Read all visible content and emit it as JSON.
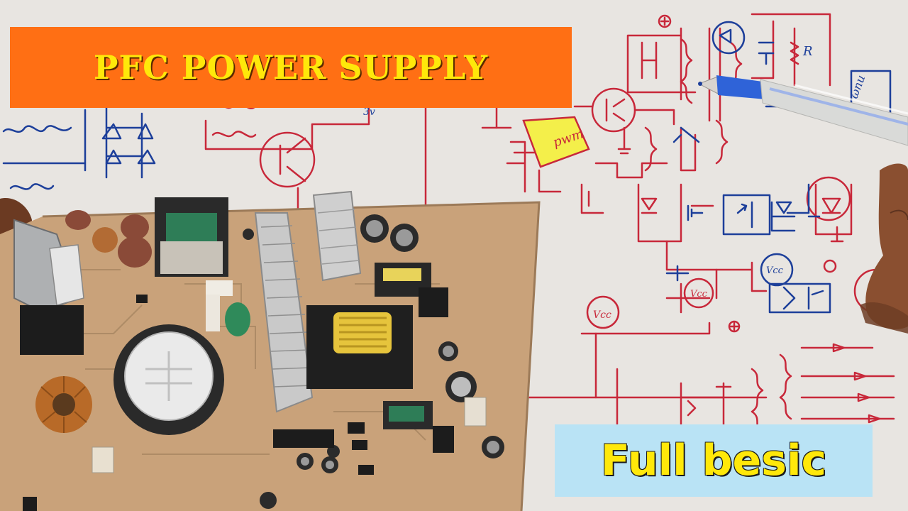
{
  "title": "PFC POWER SUPPLY",
  "subtitle": "Full besic",
  "diagram_labels": {
    "pwm": "pwm",
    "vcc_1": "Vcc",
    "vcc_2": "Vcc",
    "vcc_3": "Vcc",
    "resistor": "R",
    "plus": "+",
    "module": "ωnu",
    "node": "3v"
  },
  "colors": {
    "banner": "#ff6f14",
    "title_text": "#ffe80a",
    "sub_banner": "#b9e3f5",
    "pcb": "#c9a27a",
    "ink_red": "#c8283a",
    "ink_blue": "#1d3f9a"
  }
}
